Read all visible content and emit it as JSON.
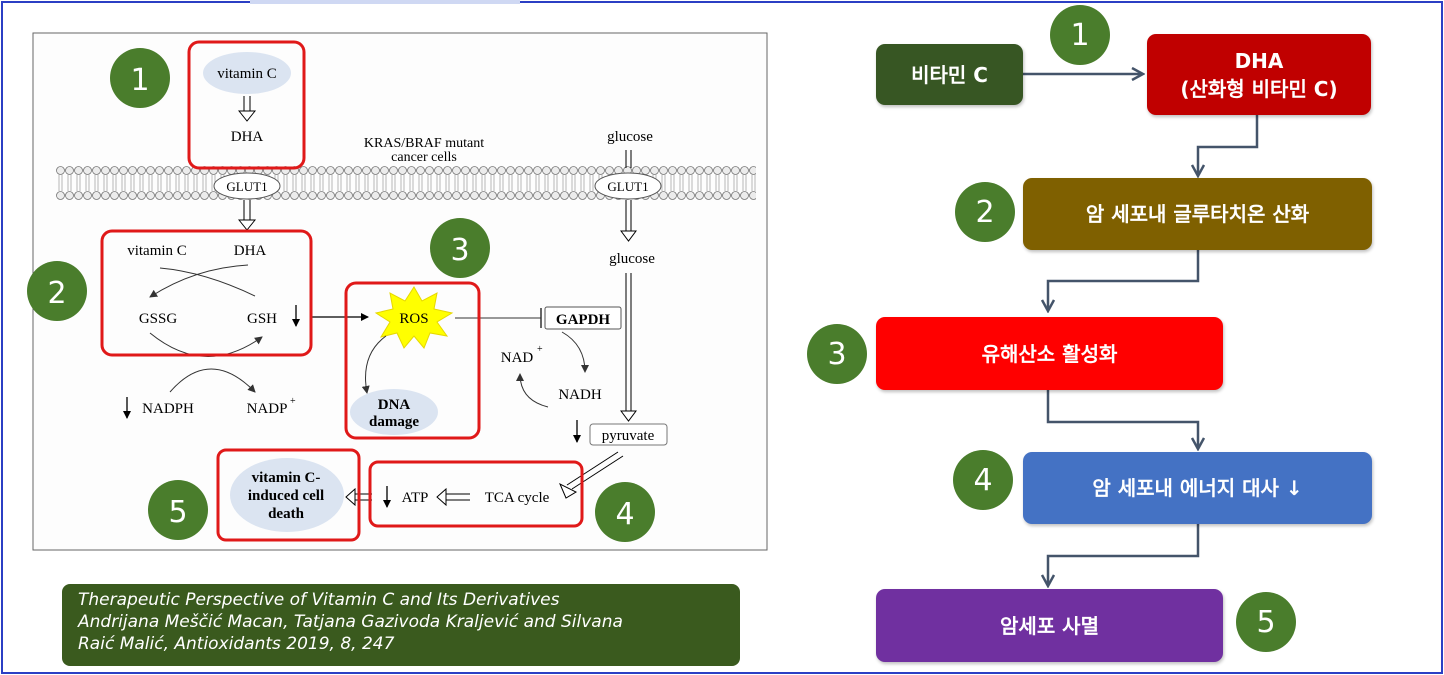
{
  "diagram": {
    "cell_label_1": "KRAS/BRAF mutant",
    "cell_label_2": "cancer cells",
    "vitamin_c_top": "vitamin C",
    "dha_top": "DHA",
    "glut1_left": "GLUT1",
    "glut1_right": "GLUT1",
    "glucose_out": "glucose",
    "glucose_in": "glucose",
    "vitamin_c_in": "vitamin C",
    "dha_in": "DHA",
    "gssg": "GSSG",
    "gsh": "GSH",
    "nadph": "NADPH",
    "nadp": "NADP",
    "nadp_sup": "+",
    "ros": "ROS",
    "dna": "DNA",
    "damage": "damage",
    "gapdh": "GAPDH",
    "nad": "NAD",
    "nad_sup": "+",
    "nadh": "NADH",
    "pyruvate": "pyruvate",
    "tca": "TCA cycle",
    "atp": "ATP",
    "death_1": "vitamin C-",
    "death_2": "induced cell",
    "death_3": "death",
    "down_arrow": "↓",
    "num_1": "1",
    "num_2": "2",
    "num_3": "3",
    "num_4": "4",
    "num_5": "5"
  },
  "citation": {
    "line1": "Therapeutic Perspective of Vitamin C and Its Derivatives",
    "line2": "Andrijana Meščić Macan, Tatjana Gazivoda Kraljević and Silvana",
    "line3": "Raić   Malić, Antioxidants 2019, 8, 247"
  },
  "flow": {
    "vitamin_c": "비타민 C",
    "dha_line1": "DHA",
    "dha_line2": "(산화형 비타민 C)",
    "step2": "암 세포내 글루타치온 산화",
    "step3": "유해산소 활성화",
    "step4": "암 세포내 에너지 대사 ↓",
    "step5": "암세포 사멸",
    "num_1": "1",
    "num_2": "2",
    "num_3": "3",
    "num_4": "4",
    "num_5": "5"
  },
  "colors": {
    "frame_border": "#2b3fc4",
    "number_circle": "#4a7d2c",
    "highlight_red": "#e01919",
    "vitamin_c_box": "#375623",
    "dha_box": "#c00000",
    "step2_box": "#7f6000",
    "step3_box": "#ff0000",
    "step4_box": "#4472c4",
    "step5_box": "#7030a0",
    "citation_bg": "#3a5a1e",
    "ros_star": "#ffff00"
  }
}
